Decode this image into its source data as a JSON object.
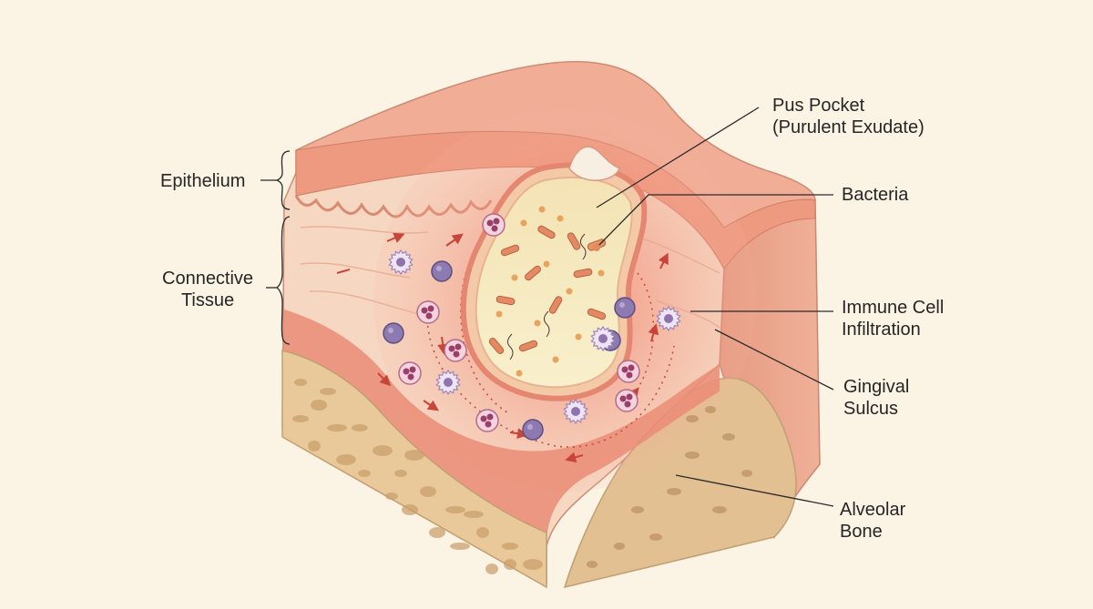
{
  "labels": {
    "pus_pocket": {
      "line1": "Pus Pocket",
      "line2": "(Purulent Exudate)"
    },
    "bacteria": "Bacteria",
    "epithelium": "Epithelium",
    "connective_tissue": {
      "line1": "Connective",
      "line2": "Tissue"
    },
    "immune_cell": {
      "line1": "Immune Cell",
      "line2": "Infiltration"
    },
    "gingival_sulcus": {
      "line1": "Gingival",
      "line2": "Sulcus"
    },
    "alveolar_bone": {
      "line1": "Alveolar",
      "line2": "Bone"
    }
  },
  "colors": {
    "background": "#fbf3e4",
    "tissue": "#f2b29b",
    "epithelium": "#f0a48c",
    "inflammation": "#ef6f5a",
    "pus": "#f6eab8",
    "bone": "#e6c698",
    "immune_cell": "#8d7ab0",
    "bacteria": "#e38a63"
  }
}
